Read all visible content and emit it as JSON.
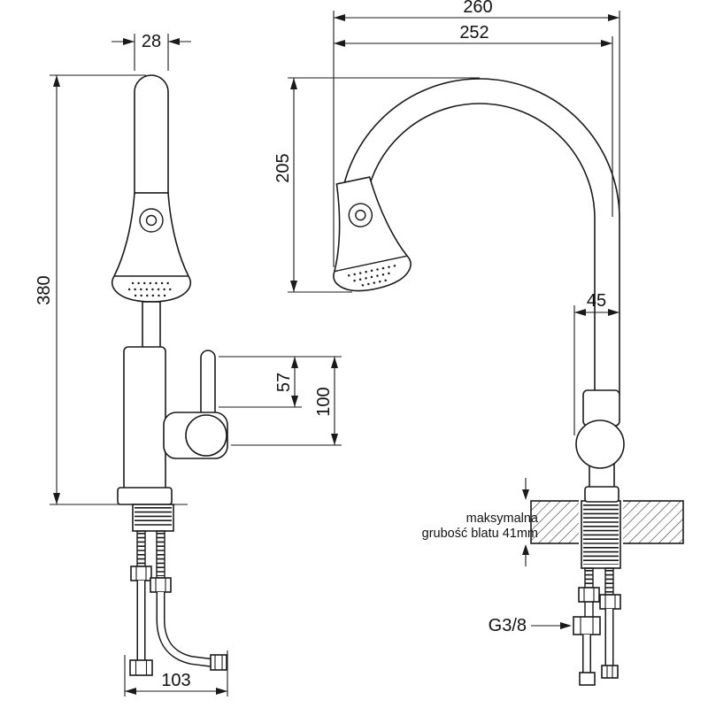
{
  "drawing_title": "kitchen faucet technical drawing",
  "front_view": {
    "dim_top_width": "28",
    "dim_total_height": "380",
    "dim_lever_height": "57",
    "dim_handle_height": "100",
    "dim_base_width": "103"
  },
  "side_view": {
    "dim_overall_depth": "260",
    "dim_spout_reach": "252",
    "dim_spout_height": "205",
    "dim_body_depth": "45",
    "note_line1": "maksymalna",
    "note_line2": "grubość blatu 41mm",
    "thread_size": "G3/8"
  },
  "colors": {
    "line": "#1a1a1a",
    "background": "#ffffff"
  }
}
